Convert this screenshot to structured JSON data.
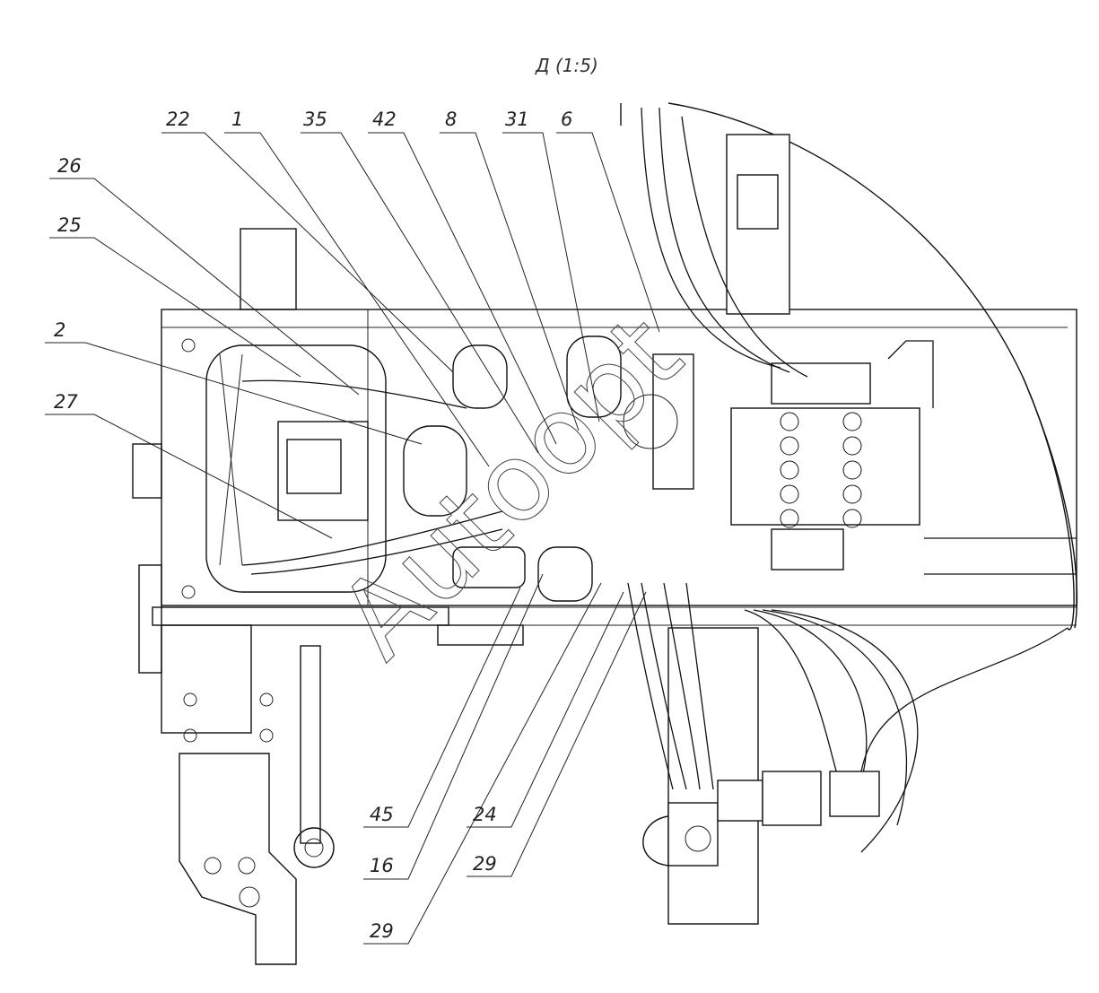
{
  "view_title": "Д (1:5)",
  "watermark": "Autoopt",
  "callouts": {
    "top": [
      "22",
      "1",
      "35",
      "42",
      "8",
      "31",
      "6"
    ],
    "left": [
      "26",
      "25",
      "2",
      "27"
    ],
    "bottom_left": [
      "45",
      "16",
      "29"
    ],
    "bottom_right": [
      "24",
      "29"
    ]
  }
}
